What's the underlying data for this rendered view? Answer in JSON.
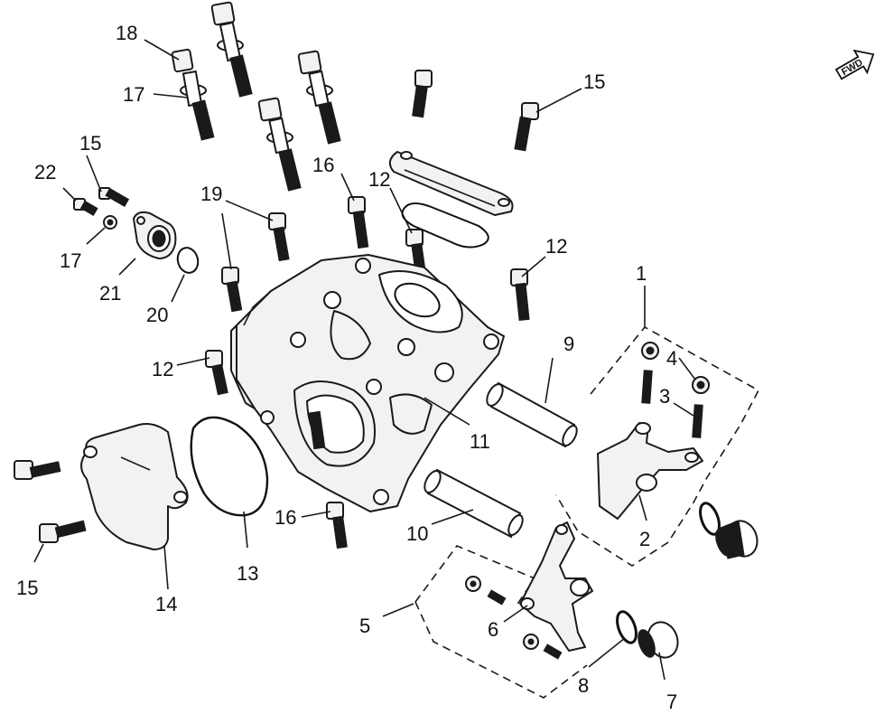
{
  "diagram": {
    "fwd_badge": "FWD",
    "callouts": [
      {
        "id": "c1",
        "text": "1"
      },
      {
        "id": "c2",
        "text": "2"
      },
      {
        "id": "c3",
        "text": "3"
      },
      {
        "id": "c4",
        "text": "4"
      },
      {
        "id": "c5",
        "text": "5"
      },
      {
        "id": "c6",
        "text": "6"
      },
      {
        "id": "c7",
        "text": "7"
      },
      {
        "id": "c8",
        "text": "8"
      },
      {
        "id": "c9",
        "text": "9"
      },
      {
        "id": "c10",
        "text": "10"
      },
      {
        "id": "c11",
        "text": "11"
      },
      {
        "id": "c12a",
        "text": "12"
      },
      {
        "id": "c12b",
        "text": "12"
      },
      {
        "id": "c12c",
        "text": "12"
      },
      {
        "id": "c13",
        "text": "13"
      },
      {
        "id": "c14",
        "text": "14"
      },
      {
        "id": "c15a",
        "text": "15"
      },
      {
        "id": "c15b",
        "text": "15"
      },
      {
        "id": "c15c",
        "text": "15"
      },
      {
        "id": "c16a",
        "text": "16"
      },
      {
        "id": "c16b",
        "text": "16"
      },
      {
        "id": "c17a",
        "text": "17"
      },
      {
        "id": "c17b",
        "text": "17"
      },
      {
        "id": "c18",
        "text": "18"
      },
      {
        "id": "c19",
        "text": "19"
      },
      {
        "id": "c20",
        "text": "20"
      },
      {
        "id": "c21",
        "text": "21"
      },
      {
        "id": "c22",
        "text": "22"
      }
    ]
  }
}
